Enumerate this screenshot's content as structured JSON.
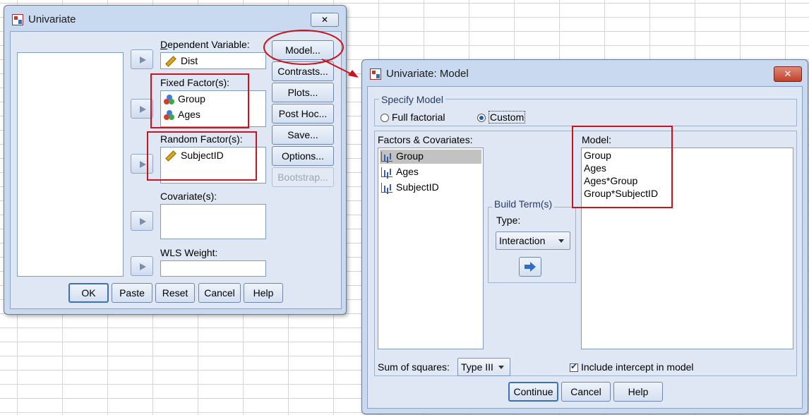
{
  "univariate": {
    "title": "Univariate",
    "close_glyph": "✕",
    "dependent_label": "Dependent Variable:",
    "dependent_value": "Dist",
    "fixed_label": "Fixed Factor(s):",
    "fixed_items": [
      "Group",
      "Ages"
    ],
    "random_label": "Random Factor(s):",
    "random_items": [
      "SubjectID"
    ],
    "covariate_label": "Covariate(s):",
    "wls_label": "WLS Weight:",
    "side_buttons": [
      "Model...",
      "Contrasts...",
      "Plots...",
      "Post Hoc...",
      "Save...",
      "Options...",
      "Bootstrap..."
    ],
    "bottom_buttons": [
      "OK",
      "Paste",
      "Reset",
      "Cancel",
      "Help"
    ]
  },
  "model_dialog": {
    "title": "Univariate: Model",
    "close_glyph": "✕",
    "specify_model_label": "Specify Model",
    "radio_full": "Full factorial",
    "radio_custom": "Custom",
    "selected_radio": "Custom",
    "factors_label": "Factors & Covariates:",
    "factors": [
      "Group",
      "Ages",
      "SubjectID"
    ],
    "build_terms_label": "Build Term(s)",
    "type_label": "Type:",
    "type_value": "Interaction",
    "model_label": "Model:",
    "model_terms": [
      "Group",
      "Ages",
      "Ages*Group",
      "Group*SubjectID"
    ],
    "sum_squares_label": "Sum of squares:",
    "sum_squares_value": "Type III",
    "include_intercept_label": "Include intercept in model",
    "include_intercept_checked": true,
    "buttons": [
      "Continue",
      "Cancel",
      "Help"
    ]
  },
  "colors": {
    "highlight_red": "#c8141e",
    "window_frame": "#c9daf0",
    "client_bg": "#dfe7f4"
  }
}
